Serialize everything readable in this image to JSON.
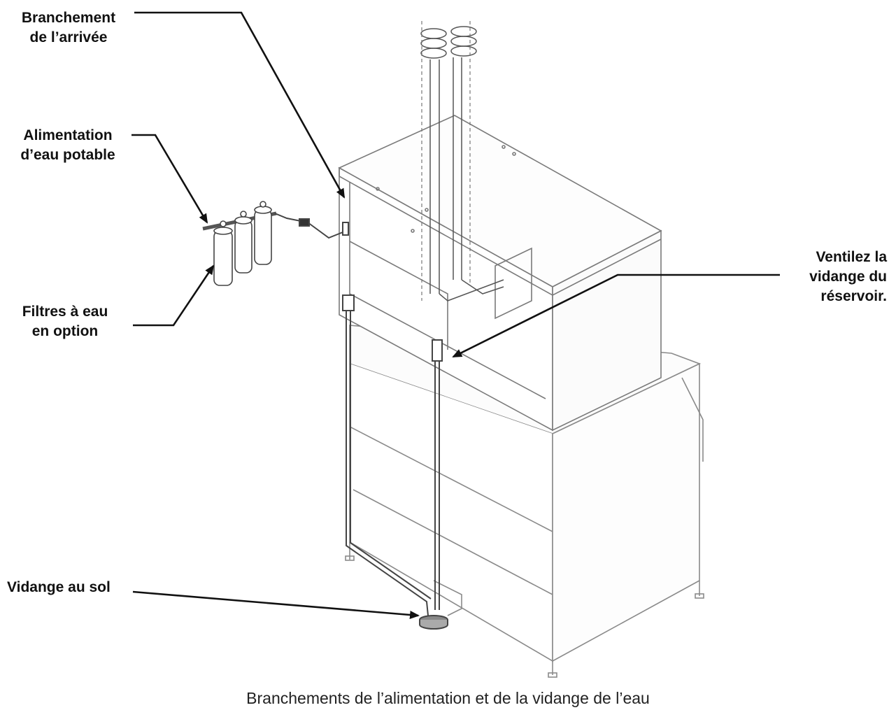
{
  "callouts": {
    "inlet": [
      "Branchement",
      "de l’arrivée"
    ],
    "potable": [
      "Alimentation",
      "d’eau potable"
    ],
    "filters": [
      "Filtres à eau",
      "en option"
    ],
    "floor_drain": [
      "Vidange au sol"
    ],
    "vent": [
      "Ventilez la",
      "vidange du",
      "réservoir."
    ]
  },
  "caption": "Branchements de l’alimentation et de la vidange de l’eau",
  "colors": {
    "line": "#111111",
    "outline": "#7a7a7a",
    "light": "#b5b5b5"
  }
}
